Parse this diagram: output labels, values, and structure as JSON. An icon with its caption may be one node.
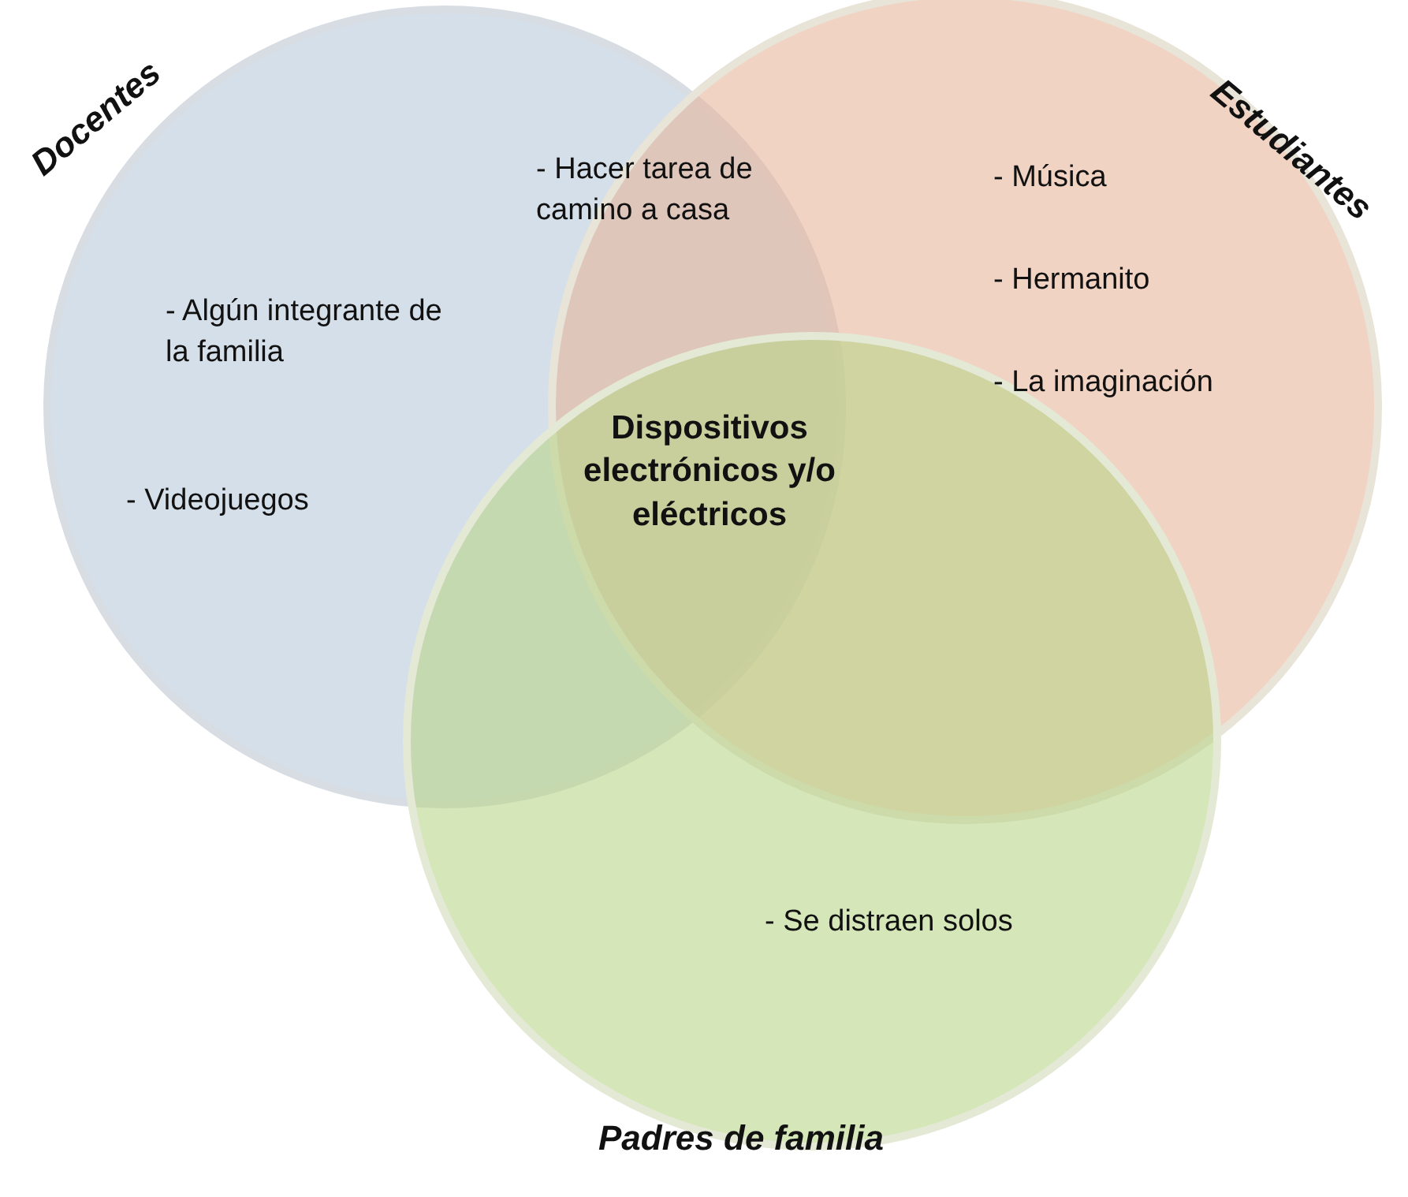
{
  "diagram": {
    "nodes": [
      {
        "text": [
          "Docentes",
          "- Hacer tarea de camino a casa",
          "- Algún integrante de la familia",
          "- Videojuegos"
        ]
      },
      {
        "text": [
          "Estudiantes",
          "- Música",
          "- Hermanito",
          "- La imaginación"
        ]
      },
      {
        "text": [
          "- Se distraen solos",
          "Padres de familia"
        ]
      }
    ],
    "edges": [],
    "labels": [
      "Dispositivos electrónicos y/o eléctricos"
    ]
  }
}
